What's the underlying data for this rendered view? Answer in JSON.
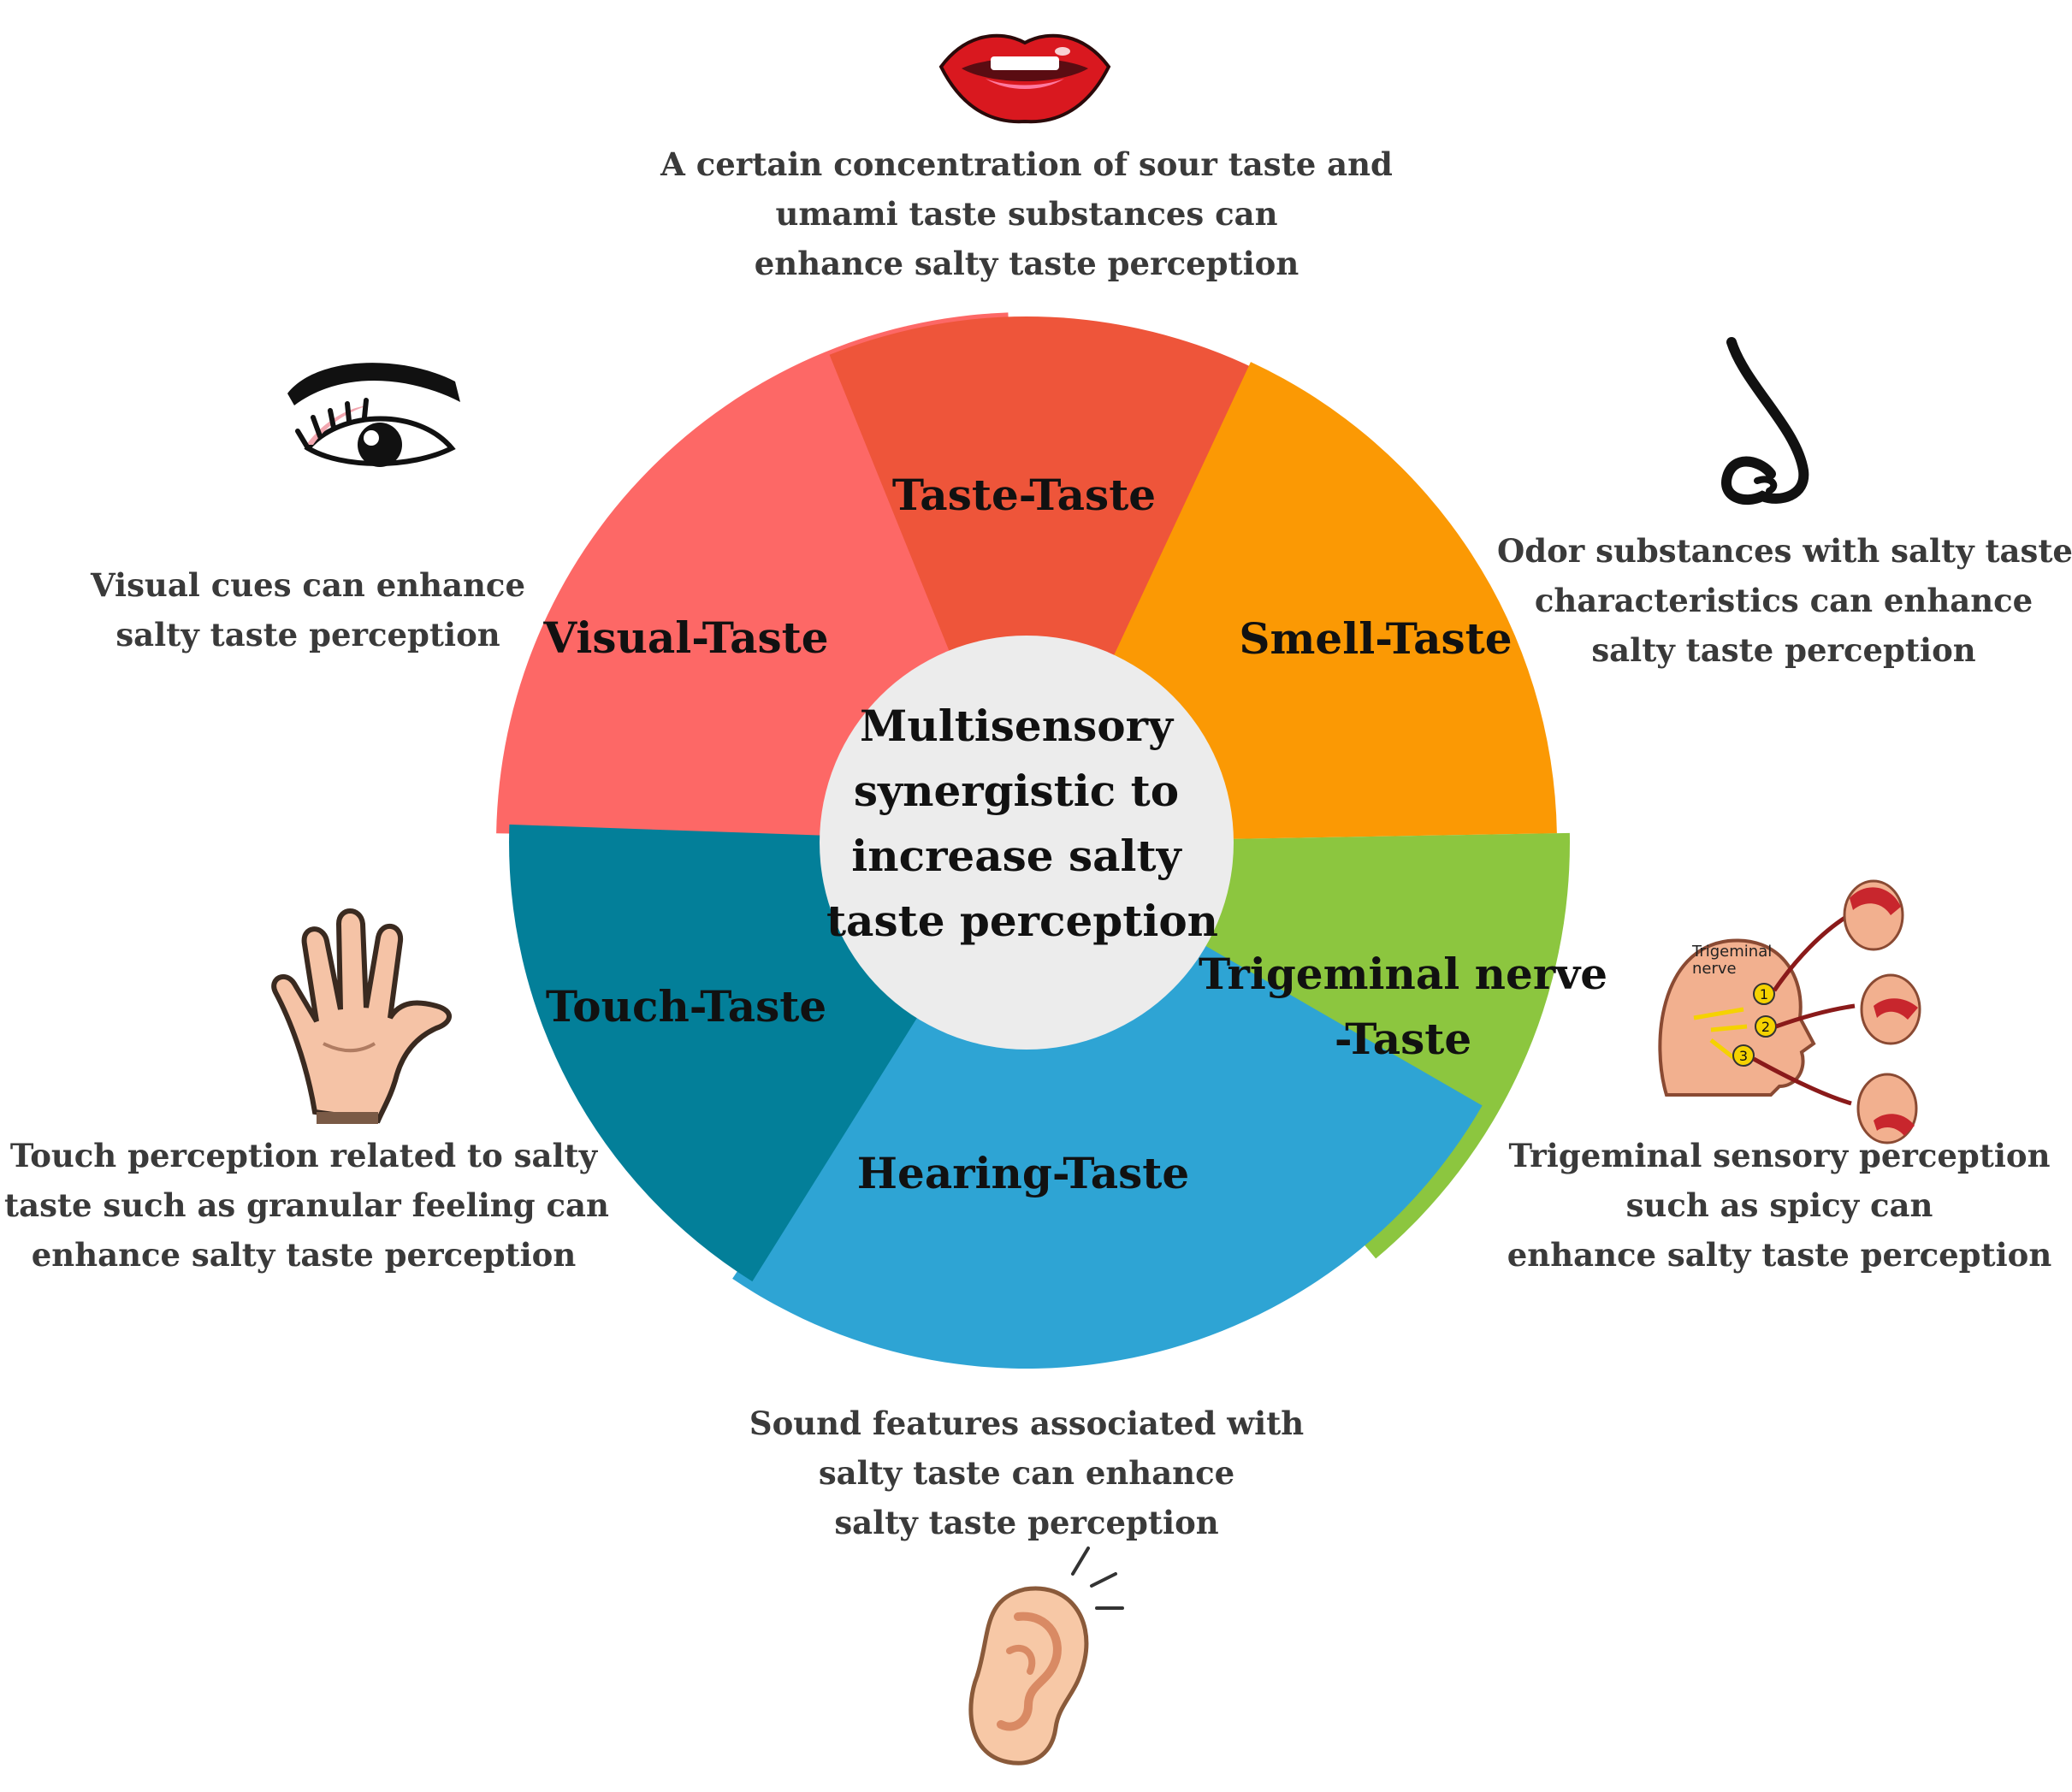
{
  "center": {
    "lines": [
      "Multisensory",
      "synergistic to",
      "increase salty",
      "taste perception"
    ]
  },
  "segments": [
    {
      "id": "taste",
      "lines": [
        "Taste-Taste"
      ],
      "color": "#ee553a"
    },
    {
      "id": "smell",
      "lines": [
        "Smell-Taste"
      ],
      "color": "#fb9904"
    },
    {
      "id": "trigeminal",
      "lines": [
        "Trigeminal nerve",
        "-Taste"
      ],
      "color": "#8cc63f"
    },
    {
      "id": "hearing",
      "lines": [
        "Hearing-Taste"
      ],
      "color": "#2ea4d4"
    },
    {
      "id": "touch",
      "lines": [
        "Touch-Taste"
      ],
      "color": "#037f99"
    },
    {
      "id": "visual",
      "lines": [
        "Visual-Taste"
      ],
      "color": "#fd6866"
    }
  ],
  "descriptions": {
    "taste": [
      "A certain concentration of sour taste and",
      "umami taste substances can",
      "enhance salty taste perception"
    ],
    "visual": [
      "Visual cues can enhance",
      "salty taste perception"
    ],
    "smell": [
      "Odor substances with salty taste",
      "characteristics can enhance",
      "salty taste perception"
    ],
    "touch": [
      "Touch perception related to salty",
      "taste such as granular feeling can",
      "enhance salty taste perception"
    ],
    "trigeminal": [
      "Trigeminal sensory perception",
      "such as spicy can",
      "enhance salty taste perception"
    ],
    "hearing": [
      "Sound features associated with",
      "salty taste can enhance",
      "salty taste perception"
    ]
  },
  "head_illustration": {
    "caption_lines": [
      "Trigeminal",
      "nerve"
    ],
    "markers": [
      "1",
      "2",
      "3"
    ]
  },
  "icons": [
    "lips-icon",
    "eye-icon",
    "nose-icon",
    "hand-icon",
    "trigeminal-head-icon",
    "ear-icon"
  ]
}
